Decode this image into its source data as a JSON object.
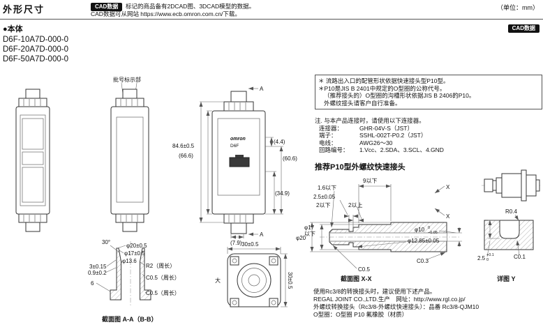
{
  "page": {
    "unit": "（单位：mm）"
  },
  "header": {
    "title": "外形尺寸",
    "cad_badge": "CAD数据",
    "cad_line1": "标记的商品备有2DCAD图、3DCAD模型的数据。",
    "cad_line2": "CAD数据可从网站 https://www.ecb.omron.com.cn/下载。"
  },
  "body_section": {
    "title": "●本体",
    "cad_badge": "CAD数据"
  },
  "models": [
    "D6F-10A7D-000-0",
    "D6F-20A7D-000-0",
    "D6F-50A7D-000-0"
  ],
  "drawing_labels": {
    "batch_mark": "批号标示部",
    "brand": "omron",
    "device_model": "D6F",
    "section_a_top": "A",
    "section_a_bottom": "A",
    "flow_big": "大"
  },
  "dims_main": {
    "total_height": "84.6±0.5",
    "body_height": "(66.6)",
    "top_offset": "(4.4)",
    "mid_height": "(60.6)",
    "lower_height": "(34.9)",
    "bottom_offset": "(7.9)"
  },
  "dims_port": {
    "angle": "30°",
    "outer_dia": "φ20±0.5",
    "mid_dia": "φ17±0.5",
    "inner_dia": "φ13.6",
    "depth1": "3±0.15",
    "depth2": "0.9±0.2",
    "depth3": "6",
    "radius": "R2（周长）",
    "chamfer1": "C0.5（周长）",
    "chamfer2": "C0.5（周长）"
  },
  "dims_flange": {
    "width": "30±0.5",
    "height": "30±0.5"
  },
  "dims_joint": {
    "len9": "9以下",
    "tip_chamfer": "1.6以下",
    "groove_w": "2.5±0.05",
    "land_max": "2以下",
    "land_min": "2以上",
    "dia17_l1": "φ17",
    "dia17_l2": "以下",
    "dia20": "φ20",
    "dia10": "φ10",
    "dia10_tol_top": "0",
    "dia10_tol_bot": "−0.05",
    "dia1285": "φ12.85±0.05",
    "x_top": "X",
    "x_bottom": "X",
    "c03": "C0.3",
    "c05": "C0.5"
  },
  "dims_detail_y": {
    "r04": "R0.4",
    "c01": "C0.1",
    "depth": "2.5",
    "tol_top": "+0.1",
    "tol_bot": "0"
  },
  "captions": {
    "section_aa": "截面图 A-A（B-B）",
    "section_xx": "截面图 X-X",
    "detail_y": "详图 Y"
  },
  "notes": {
    "line1": "＊ 流路出入口的配管形状依据快速接头型P10型。",
    "line2": "＊P10是JIS B 2401中规定的O型圈的公称代号。",
    "line3": "（推荐接头的）O型圈的沟槽形状依据JIS B 2406的P10。",
    "line4": "外螺纹接头请客户自行准备。"
  },
  "connection": {
    "note": "注. 与本产品连接时，请使用以下连接器。",
    "rows": [
      {
        "label": "连接器：",
        "value": "GHR-04V-S（JST）"
      },
      {
        "label": "端子：",
        "value": "SSHL-002T-P0.2（JST）"
      },
      {
        "label": "电线：",
        "value": "AWG26～30"
      },
      {
        "label": "回路编号：",
        "value": "1.Vcc、2.SDA、3.SCL、4.GND"
      }
    ]
  },
  "joint_section": {
    "heading": "推荐P10型外螺纹快速接头"
  },
  "usage": {
    "line1": "使用Rc3/8的转换接头时，建议使用下述产品。",
    "line2": "REGAL JOINT CO.,LTD.生产　网址：http://www.rgl.co.jp/",
    "line3": "外螺纹转换接头（Rc3/8-外螺纹快速接头）：品番 Rc3/8-QJM10",
    "line4": "O型圈：O型圈 P10 氟橡胶（材质）"
  }
}
